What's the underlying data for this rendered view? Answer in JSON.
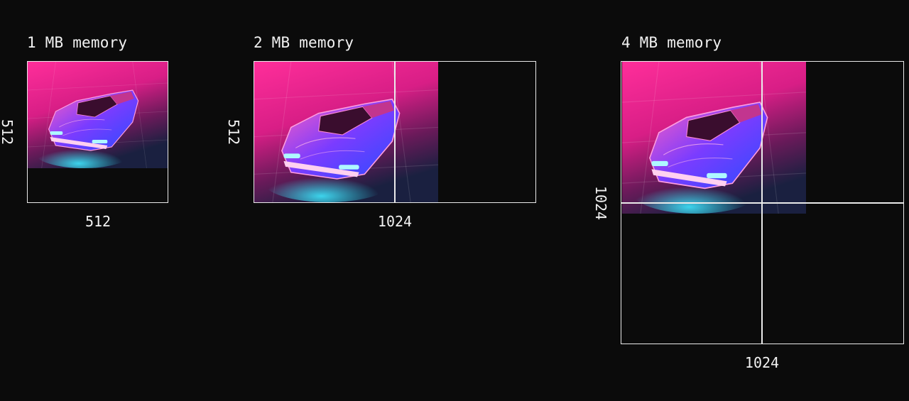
{
  "panels": [
    {
      "title": "1 MB memory",
      "width_label": "512",
      "height_label": "512"
    },
    {
      "title": "2 MB memory",
      "width_label": "1024",
      "height_label": "512"
    },
    {
      "title": "4 MB memory",
      "width_label": "1024",
      "height_label": "1024"
    }
  ],
  "colors": {
    "background": "#0b0b0b",
    "frame": "#eaeaea",
    "magenta": "#ff2e9a",
    "blue": "#2a5cff",
    "cyan": "#3ee8ff"
  },
  "image_subject": "neon-car-image"
}
